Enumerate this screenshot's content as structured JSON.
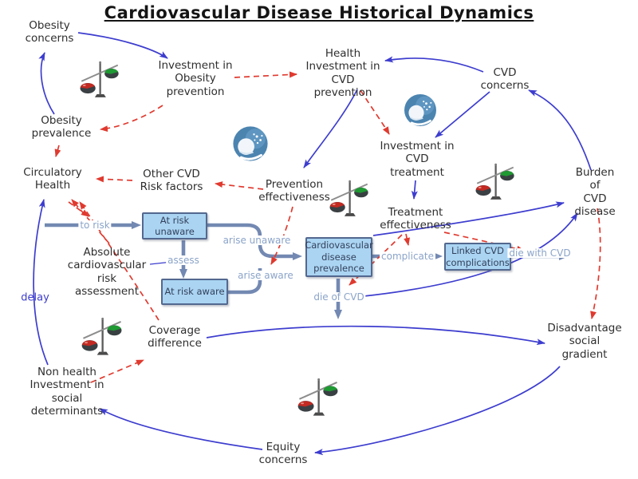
{
  "title": "Cardiovascular Disease Historical Dynamics",
  "colors": {
    "blue_link": "#3d3dcf",
    "red_dashed_link": "#e03a2f",
    "flow_pipe": "#7389b2",
    "flow_label": "#8ba4c9",
    "box_fill": "#aad4f2",
    "box_border": "#53688f",
    "node_text": "#2e2e2e",
    "delay_label": "#3c3ccc"
  },
  "nodes": {
    "obesity_concerns": {
      "text": "Obesity\nconcerns"
    },
    "investment_obesity": {
      "text": "Investment in\nObesity\nprevention"
    },
    "health_investment": {
      "text": "Health\nInvestment in\nCVD\nprevention"
    },
    "cvd_concerns": {
      "text": "CVD\nconcerns"
    },
    "obesity_prevalence": {
      "text": "Obesity\nprevalence"
    },
    "investment_cvd_treatment": {
      "text": "Investment in\nCVD\ntreatment"
    },
    "circulatory_health": {
      "text": "Circulatory\nHealth"
    },
    "other_cvd_risk": {
      "text": "Other CVD\nRisk factors"
    },
    "prevention_effectiveness": {
      "text": "Prevention\neffectiveness"
    },
    "burden_cvd": {
      "text": "Burden of\nCVD\ndisease"
    },
    "treatment_effectiveness": {
      "text": "Treatment\neffectiveness"
    },
    "absolute_risk": {
      "text": "Absolute\ncardiovascular\nrisk\nassessment"
    },
    "coverage_difference": {
      "text": "Coverage\ndifference"
    },
    "non_health_investment": {
      "text": "Non health\nInvestment in\nsocial\ndeterminants"
    },
    "disadvantage_gradient": {
      "text": "Disadvantage\nsocial\ngradient"
    },
    "equity_concerns": {
      "text": "Equity\nconcerns"
    }
  },
  "boxes": {
    "at_risk_unaware": {
      "label": "At risk\nunaware"
    },
    "at_risk_aware": {
      "label": "At risk aware"
    },
    "cvd_prevalence": {
      "label": "Cardiovascular\ndisease\nprevalence"
    },
    "linked_cvd": {
      "label": "Linked CVD\ncomplications"
    }
  },
  "flow_labels": {
    "to_risk": "to risk",
    "assess": "assess",
    "arise_unaware": "arise unaware",
    "arise_aware": "arise aware",
    "complicate": "complicate",
    "die_with_cvd": "die with CVD",
    "die_of_cvd": "die of CVD",
    "delay": "delay"
  },
  "icons": {
    "balance_scale": "balance-scale-icon",
    "blue_sphere": "blue-sphere-icon"
  }
}
